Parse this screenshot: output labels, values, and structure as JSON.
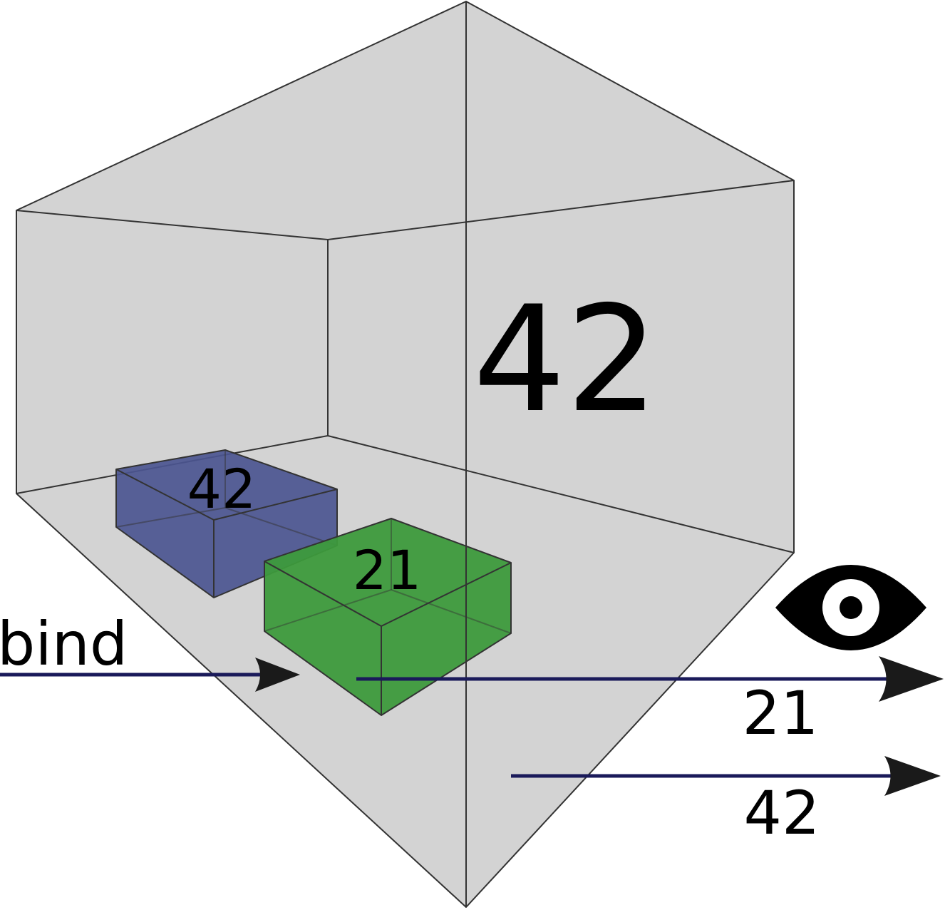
{
  "labels": {
    "outer_box": "42",
    "blue_box": "42",
    "green_box": "21",
    "bind": "bind",
    "arrow_upper": "21",
    "arrow_lower": "42"
  },
  "colors": {
    "outer_fill": "#d3d3d3",
    "outer_stroke": "#333333",
    "blue_box": "#4b5590",
    "green_box": "#3d9a3c",
    "arrow_line": "#1a1a5a",
    "arrow_head": "#1a1a1a",
    "eye": "#000000"
  },
  "icons": {
    "eye": "eye-icon"
  }
}
